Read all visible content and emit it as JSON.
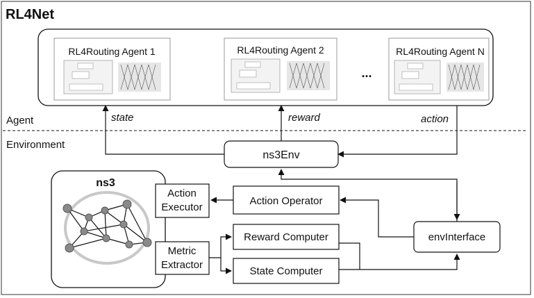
{
  "title": "RL4Net",
  "zones": {
    "agent": "Agent",
    "environment": "Environment"
  },
  "agents": [
    {
      "label": "RL4Routing Agent 1"
    },
    {
      "label": "RL4Routing Agent 2"
    },
    {
      "label": "RL4Routing Agent N"
    }
  ],
  "ellipsis": "...",
  "signals": {
    "state": "state",
    "reward": "reward",
    "action": "action"
  },
  "ns3env": "ns3Env",
  "ns3": "ns3",
  "action_executor": [
    "Action",
    "Executor"
  ],
  "metric_extractor": [
    "Metric",
    "Extractor"
  ],
  "action_operator": "Action Operator",
  "reward_computer": "Reward Computer",
  "state_computer": "State Computer",
  "envinterface": "envInterface",
  "colors": {
    "stroke": "#111111",
    "panel": "#ffffff",
    "thumb": "#e6e6e6",
    "ring": "#c8c8c8",
    "node": "#8a8a8a"
  }
}
